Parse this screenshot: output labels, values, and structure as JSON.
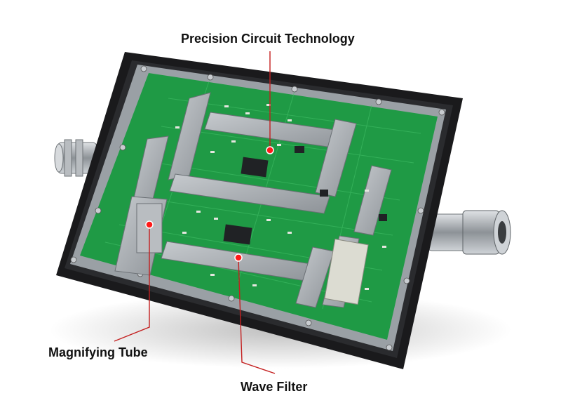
{
  "callouts": {
    "precision_circuit": "Precision Circuit Technology",
    "magnifying_tube": "Magnifying Tube",
    "wave_filter": "Wave Filter"
  },
  "colors": {
    "pcb_green": "#1f9a45",
    "housing": "#1a1a1c",
    "shield_metal": "#a9aeb3",
    "callout_line": "#c41f1f",
    "marker": "#ff1a1a",
    "label_text": "#111111"
  }
}
